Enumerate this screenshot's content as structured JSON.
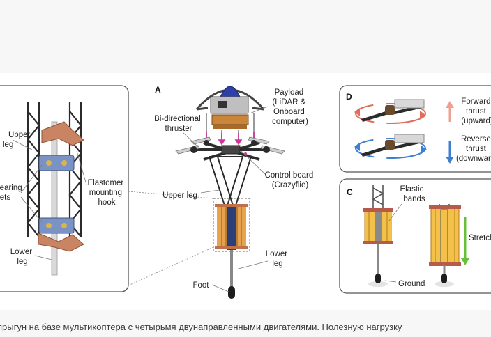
{
  "figure": {
    "panel_a": {
      "letter": "A",
      "labels": {
        "payload": [
          "Payload",
          "(LiDAR &",
          "Onboard",
          "computer)"
        ],
        "thruster": [
          "Bi-directional",
          "thruster"
        ],
        "control_board": [
          "Control board",
          "(Crazyflie)"
        ],
        "upper_leg": "Upper leg",
        "lower_leg": [
          "Lower",
          "leg"
        ],
        "foot": "Foot"
      }
    },
    "detail_panel": {
      "labels": {
        "upper_leg": [
          "Upper",
          "leg"
        ],
        "bearing_sets": [
          "Bearing",
          "sets"
        ],
        "mount_hook": [
          "Elastomer",
          "mounting",
          "hook"
        ],
        "lower_leg": [
          "Lower",
          "leg"
        ]
      }
    },
    "panel_d": {
      "letter": "D",
      "labels": {
        "forward": [
          "Forward",
          "thrust",
          "(upward)"
        ],
        "reverse": [
          "Reverse",
          "thrust",
          "(downward)"
        ]
      },
      "colors": {
        "forward_arrow": "#e06c5c",
        "reverse_arrow": "#3d7fd0"
      }
    },
    "panel_c": {
      "letter": "C",
      "labels": {
        "elastic": [
          "Elastic",
          "bands"
        ],
        "stretch": "Stretch",
        "ground": "Ground"
      },
      "colors": {
        "stretch_arrow": "#6abf3a",
        "bands": "#f0b43c"
      }
    }
  },
  "caption": "прыгун на базе мультикоптера с четырьмя двунаправленными двигателями. Полезную нагрузку"
}
